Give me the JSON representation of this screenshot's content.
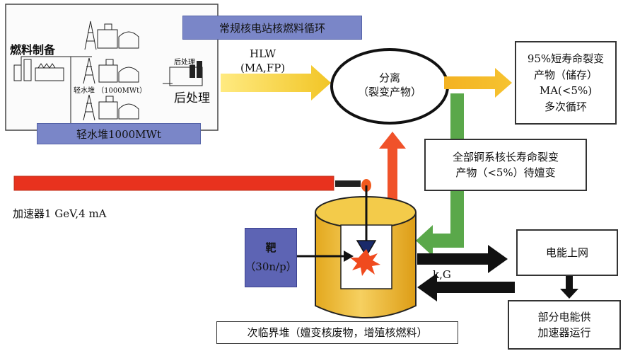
{
  "fuel_cycle": {
    "fuel_fabrication": "燃料制备",
    "reactor_label_small": "轻水堆 （1000MWt）",
    "reprocess_small": "后处理",
    "reprocess_large": "后处理",
    "title_bar": "常规核电站核燃料循环",
    "reactor_bar": "轻水堆1000MWt"
  },
  "flows": {
    "hlw_line1": "HLW",
    "hlw_line2": "(MA,FP)",
    "kg": "k,G"
  },
  "separation": {
    "line1": "分离",
    "line2": "（裂变产物）"
  },
  "storage_box": {
    "line1": "95%短寿命裂变",
    "line2": "产物（储存）",
    "line3": "MA(<5%)",
    "line4": "多次循环"
  },
  "actinide_box": {
    "line1": "全部锕系核长寿命裂变",
    "line2": "产物（<5%）待嬗变"
  },
  "accelerator": "加速器1 GeV,4 mA",
  "target_box": {
    "line1": "靶",
    "line2": "（30n/p）"
  },
  "subcritical": "次临界堆（嬗变核废物，增殖核燃料）",
  "grid_box": "电能上网",
  "accel_power_box": {
    "line1": "部分电能供",
    "line2": "加速器运行"
  },
  "colors": {
    "blue_bar": "#7a86c8",
    "yellow": "#f2c230",
    "orange_red": "#f0522a",
    "green": "#5aa84a",
    "accelerator_beam": "#e8321e"
  }
}
